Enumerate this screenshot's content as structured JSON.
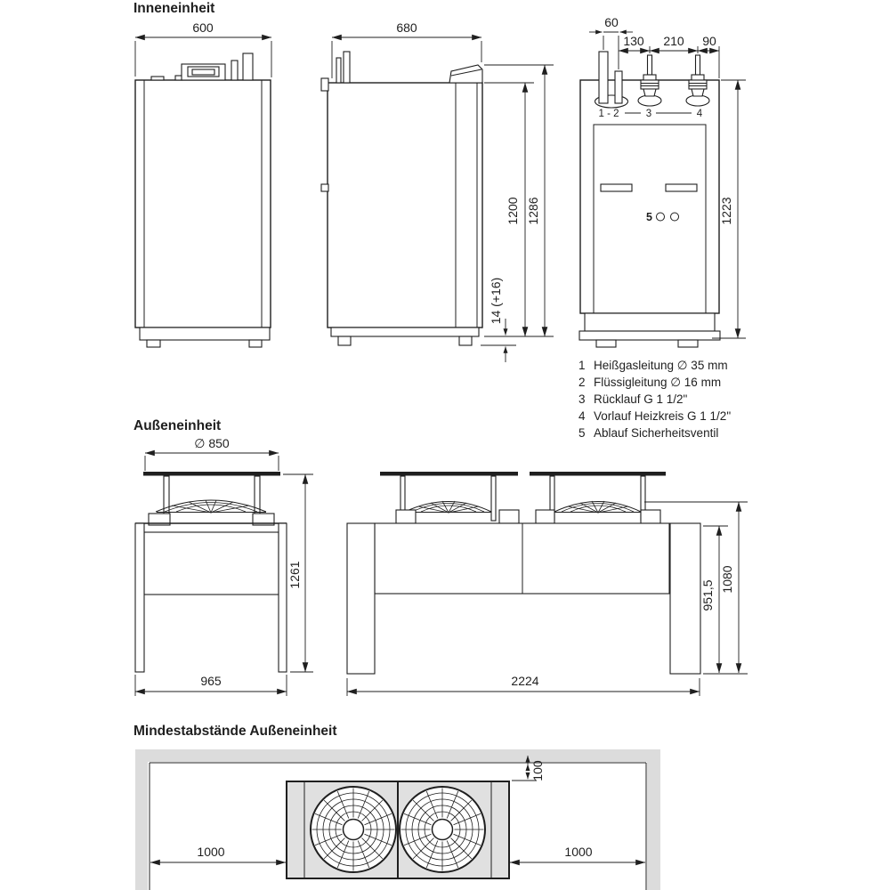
{
  "colors": {
    "line": "#1f1f1f",
    "wall_fill": "#dcdcdc",
    "unit_fill": "#e0e0e0",
    "background": "#ffffff"
  },
  "indoor": {
    "title": "Inneneinheit",
    "front": {
      "width": "600"
    },
    "side": {
      "depth": "680",
      "height_body": "1200",
      "height_total": "1286",
      "foot_height": "14 (+16)"
    },
    "rear": {
      "pipe_spacing": "60",
      "spacing_a": "130",
      "spacing_b": "210",
      "spacing_c": "90",
      "height": "1223",
      "labels": {
        "pipes": "1 - 2",
        "return_conn": "3",
        "flow_conn": "4",
        "drain": "5"
      }
    },
    "legend": [
      {
        "num": "1",
        "text": "Heißgasleitung ∅ 35 mm"
      },
      {
        "num": "2",
        "text": "Flüssigleitung ∅ 16 mm"
      },
      {
        "num": "3",
        "text": "Rücklauf G 1 1/2\""
      },
      {
        "num": "4",
        "text": "Vorlauf Heizkreis G 1 1/2\""
      },
      {
        "num": "5",
        "text": "Ablauf Sicherheitsventil"
      }
    ]
  },
  "outdoor": {
    "title": "Außeneinheit",
    "side": {
      "fan_diameter": "∅ 850",
      "height": "1261",
      "width": "965"
    },
    "front": {
      "width": "2224",
      "height_body": "951,5",
      "height_total": "1080"
    }
  },
  "clearance": {
    "title": "Mindestabstände Außeneinheit",
    "rear_gap": "100",
    "side_gap_left": "1000",
    "side_gap_right": "1000"
  }
}
